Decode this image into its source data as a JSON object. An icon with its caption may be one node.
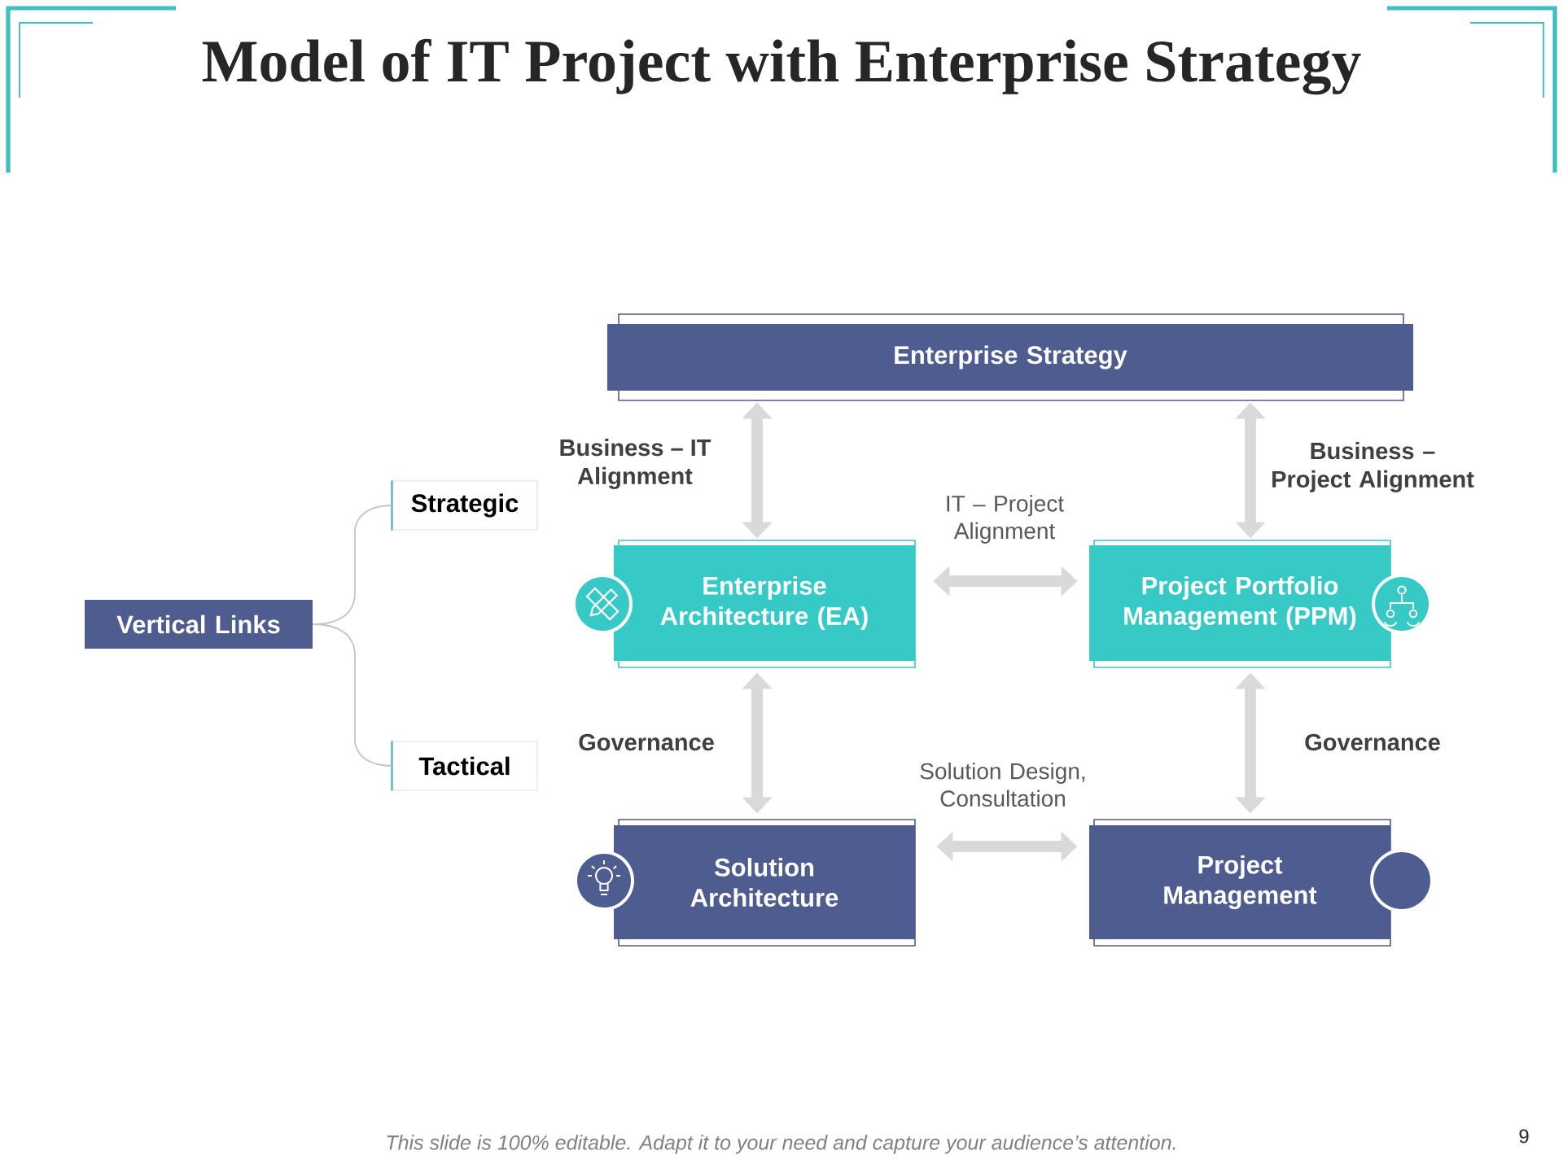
{
  "diagram": {
    "title": "Model of IT Project with Enterprise Strategy",
    "nodes": [
      {
        "text": [
          "Vertical Links"
        ]
      },
      {
        "text": [
          "Strategic"
        ]
      },
      {
        "text": [
          "Tactical"
        ]
      },
      {
        "text": [
          "Enterprise Strategy"
        ]
      },
      {
        "text": [
          "Enterprise Architecture (EA)"
        ]
      },
      {
        "text": [
          "Project Portfolio Management (PPM)"
        ]
      },
      {
        "text": [
          "Solution Architecture"
        ]
      },
      {
        "text": [
          "Project Management"
        ]
      }
    ],
    "edges": [
      {
        "from": 0,
        "to": 1,
        "arrow": "none"
      },
      {
        "from": 0,
        "to": 2,
        "arrow": "none"
      },
      {
        "from": 3,
        "to": 4,
        "arrow": "both",
        "label": "Business – IT Alignment"
      },
      {
        "from": 3,
        "to": 5,
        "arrow": "both",
        "label": "Business – Project Alignment"
      },
      {
        "from": 4,
        "to": 5,
        "arrow": "both",
        "label": "IT – Project Alignment"
      },
      {
        "from": 4,
        "to": 6,
        "arrow": "both",
        "label": "Governance"
      },
      {
        "from": 5,
        "to": 7,
        "arrow": "both",
        "label": "Governance"
      },
      {
        "from": 6,
        "to": 7,
        "arrow": "both",
        "label": "Solution Design, Consultation"
      }
    ],
    "labels": [
      "This slide is 100% editable. Adapt it to your need and capture your audience’s attention.",
      "9"
    ]
  }
}
